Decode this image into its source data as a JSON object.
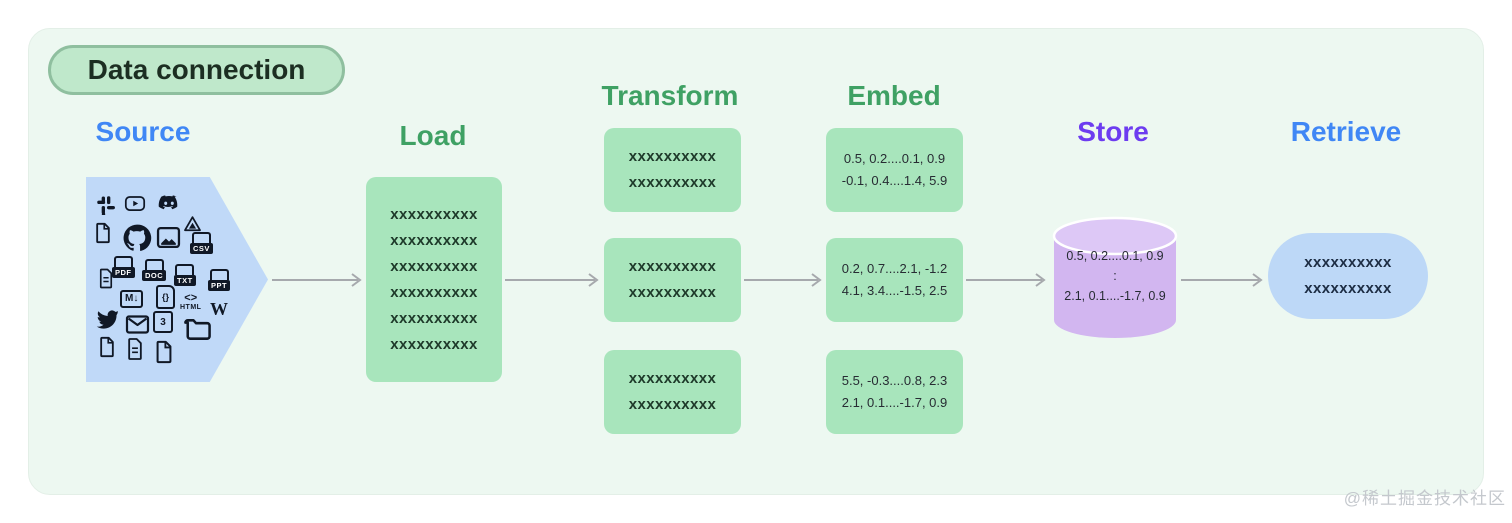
{
  "title": {
    "label": "Data connection"
  },
  "watermark": {
    "text": "@稀土掘金技术社区"
  },
  "colors": {
    "panel_bg": "#edf8f1",
    "title_pill_bg": "#bfe8cb",
    "title_pill_border": "#8fbf9f",
    "green_header": "#3fa164",
    "blue_header": "#4087f5",
    "purple_header": "#6d3cf0",
    "green_box_bg": "#a8e5bc",
    "source_shape_bg": "#c0d9f8",
    "retrieve_bg": "#bdd8f7",
    "cylinder_body": "#d2b6f0",
    "cylinder_top": "#ddc8f6",
    "arrow": "#a6a9ad",
    "icon": "#101826"
  },
  "stages": {
    "source": {
      "label": "Source"
    },
    "load": {
      "label": "Load",
      "rows": [
        "xxxxxxxxxx",
        "xxxxxxxxxx",
        "xxxxxxxxxx",
        "xxxxxxxxxx",
        "xxxxxxxxxx",
        "xxxxxxxxxx"
      ]
    },
    "transform": {
      "label": "Transform",
      "boxes": [
        [
          "xxxxxxxxxx",
          "xxxxxxxxxx"
        ],
        [
          "xxxxxxxxxx",
          "xxxxxxxxxx"
        ],
        [
          "xxxxxxxxxx",
          "xxxxxxxxxx"
        ]
      ]
    },
    "embed": {
      "label": "Embed",
      "boxes": [
        [
          "0.5, 0.2....0.1, 0.9",
          "-0.1, 0.4....1.4, 5.9"
        ],
        [
          "0.2, 0.7....2.1, -1.2",
          "4.1, 3.4....-1.5, 2.5"
        ],
        [
          "5.5, -0.3....0.8, 2.3",
          "2.1, 0.1....-1.7, 0.9"
        ]
      ]
    },
    "store": {
      "label": "Store",
      "lines": [
        "0.5, 0.2....0.1, 0.9",
        ":",
        "2.1, 0.1....-1.7, 0.9"
      ]
    },
    "retrieve": {
      "label": "Retrieve",
      "rows": [
        "xxxxxxxxxx",
        "xxxxxxxxxx"
      ]
    }
  },
  "source_icons": {
    "names": [
      "slack",
      "youtube",
      "discord",
      "file",
      "github",
      "image",
      "google-drive",
      "csv",
      "file-text",
      "pdf",
      "doc",
      "txt",
      "ppt",
      "markdown",
      "code-file",
      "html",
      "wikipedia",
      "twitter",
      "email",
      "css3",
      "folder",
      "file",
      "file-text",
      "file"
    ],
    "labels": {
      "csv": "CSV",
      "pdf": "PDF",
      "doc": "DOC",
      "txt": "TXT",
      "ppt": "PPT",
      "markdown": "M↓",
      "code": "{}",
      "html_tag": "<>",
      "html_word": "HTML",
      "wikipedia": "W",
      "css3": "3"
    }
  }
}
